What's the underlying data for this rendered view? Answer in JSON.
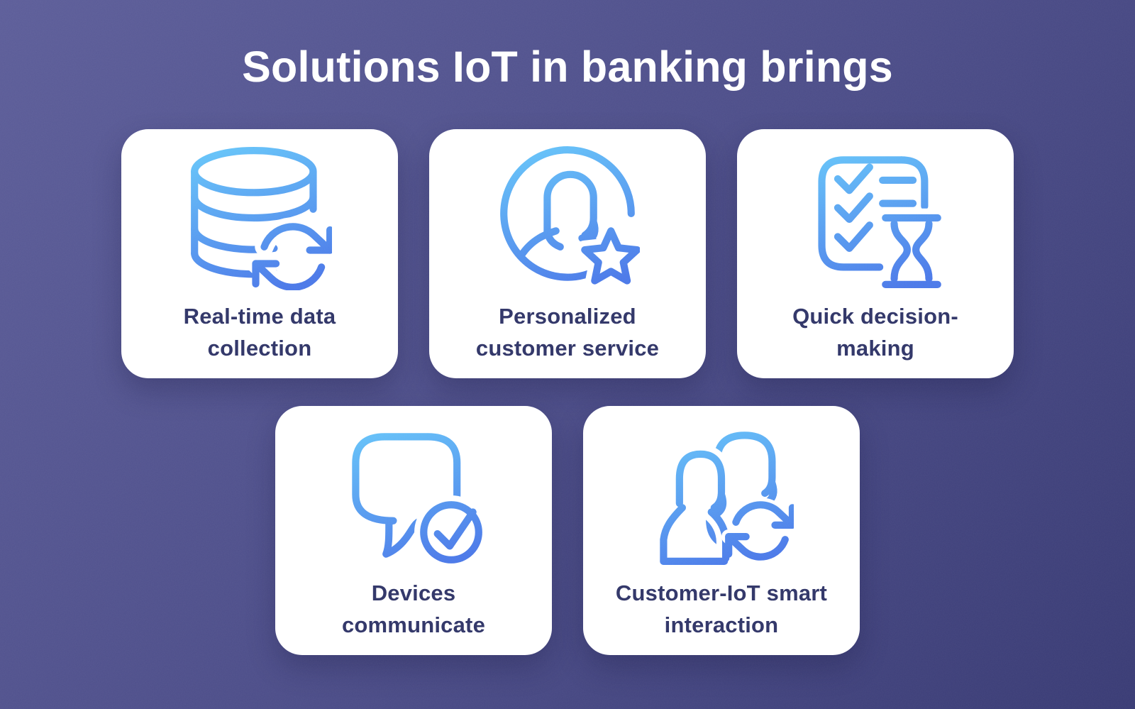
{
  "title": "Solutions IoT in banking brings",
  "theme": {
    "background_gradient_start": "#5c5d99",
    "background_gradient_mid": "#4b4c88",
    "background_gradient_end": "#383a74",
    "card_background": "#ffffff",
    "title_color": "#ffffff",
    "label_color": "#2f3467",
    "icon_gradient_start": "#65c3f9",
    "icon_gradient_end": "#4a78e8"
  },
  "cards": [
    {
      "id": "real-time-data-collection",
      "icon": "database-sync-icon",
      "label_lines": [
        "Real-time data",
        "collection"
      ]
    },
    {
      "id": "personalized-customer-service",
      "icon": "person-star-icon",
      "label_lines": [
        "Personalized",
        "customer service"
      ]
    },
    {
      "id": "quick-decision-making",
      "icon": "checklist-hourglass-icon",
      "label_lines": [
        "Quick decision-",
        "making"
      ]
    },
    {
      "id": "devices-communicate",
      "icon": "chat-bubble-check-icon",
      "label_lines": [
        "Devices",
        "communicate"
      ]
    },
    {
      "id": "customer-iot-smart-interaction",
      "icon": "people-sync-icon",
      "label_lines": [
        "Customer-IoT smart",
        "interaction"
      ]
    }
  ]
}
